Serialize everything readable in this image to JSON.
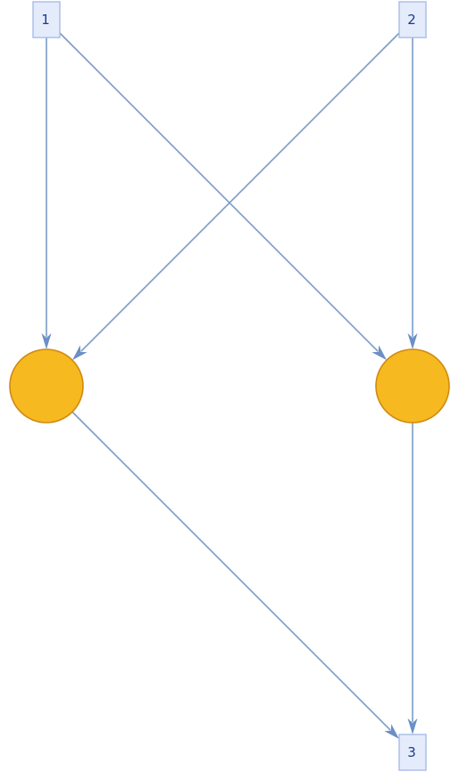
{
  "diagram": {
    "nodes": [
      {
        "id": "n1",
        "kind": "box",
        "label": "1"
      },
      {
        "id": "n2",
        "kind": "box",
        "label": "2"
      },
      {
        "id": "c1",
        "kind": "circle",
        "label": ""
      },
      {
        "id": "c2",
        "kind": "circle",
        "label": ""
      },
      {
        "id": "n3",
        "kind": "box",
        "label": "3"
      }
    ],
    "edges": [
      {
        "from": "n1",
        "to": "c1"
      },
      {
        "from": "n1",
        "to": "c2"
      },
      {
        "from": "n2",
        "to": "c1"
      },
      {
        "from": "n2",
        "to": "c2"
      },
      {
        "from": "c1",
        "to": "n3"
      },
      {
        "from": "c2",
        "to": "n3"
      }
    ],
    "colors": {
      "edge": "#7a9cc6",
      "arrowhead": "#6b8fc6",
      "box_fill": "#e4ebfb",
      "box_stroke": "#a9bce8",
      "box_text": "#1f3b8a",
      "circle_fill": "#f6b920",
      "circle_stroke": "#d08a12"
    }
  }
}
